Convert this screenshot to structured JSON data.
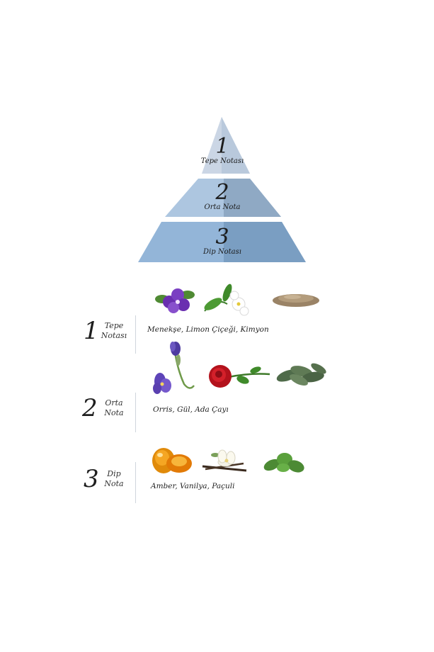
{
  "pyramid": {
    "tiers": [
      {
        "number": "1",
        "label": "Tepe Notası"
      },
      {
        "number": "2",
        "label": "Orta Nota"
      },
      {
        "number": "3",
        "label": "Dip Notası"
      }
    ]
  },
  "notes": [
    {
      "number": "1",
      "label_line1": "Tepe",
      "label_line2": "Notası",
      "ingredients": "Menekşe, Limon Çiçeği, Kimyon",
      "icons": [
        "violet-flower-icon",
        "lemon-blossom-icon",
        "cumin-seeds-icon"
      ]
    },
    {
      "number": "2",
      "label_line1": "Orta",
      "label_line2": "Nota",
      "ingredients": "Orris, Gül, Ada Çayı",
      "icons": [
        "iris-flower-icon",
        "red-rose-icon",
        "sage-leaves-icon"
      ]
    },
    {
      "number": "3",
      "label_line1": "Dip",
      "label_line2": "Nota",
      "ingredients": "Amber, Vanilya, Paçuli",
      "icons": [
        "amber-stone-icon",
        "vanilla-flower-icon",
        "patchouli-leaves-icon"
      ]
    }
  ],
  "colors": {
    "tier1": "#c9d6e6",
    "tier2": "#a9c3de",
    "tier3": "#8fb2d6",
    "shade": "#7d9cbd"
  }
}
